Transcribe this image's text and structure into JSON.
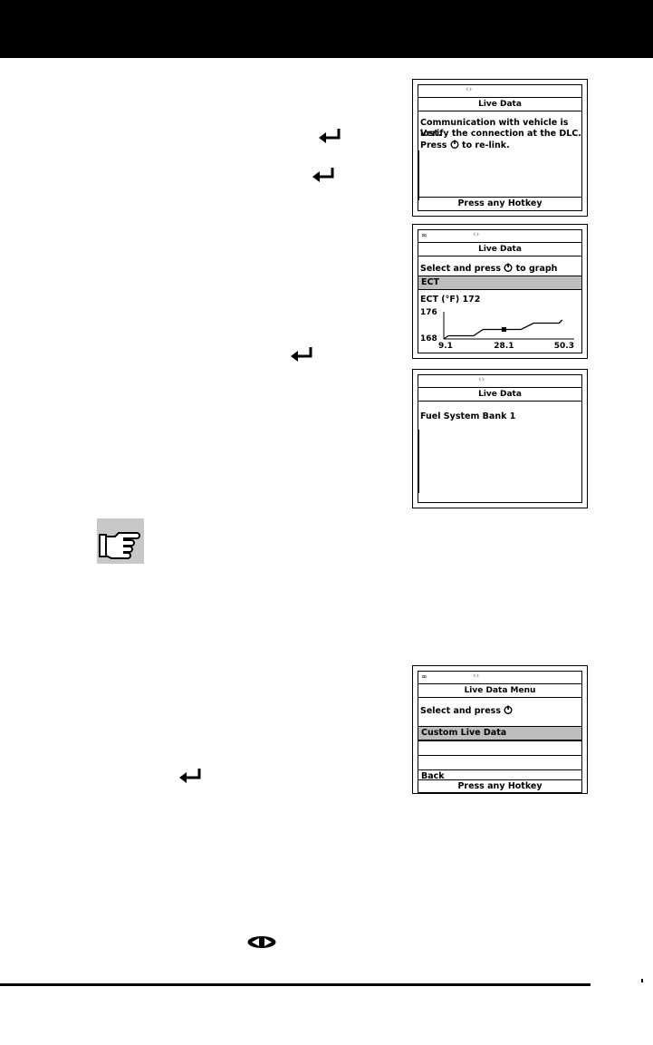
{
  "screen1": {
    "title": "Live Data",
    "line1": "Communication with vehicle is lost.",
    "line2": "Verify the connection at the DLC.",
    "line3_prefix": "Press",
    "line3_suffix": "to re-link.",
    "footer": "Press any Hotkey"
  },
  "screen2": {
    "title": "Live Data",
    "instruction_prefix": "Select and press",
    "instruction_suffix": "to graph",
    "selected": "ECT",
    "graph_label": "ECT (°F) 172"
  },
  "chart_data": {
    "type": "line",
    "title": "ECT (°F) 172",
    "y_ticks": [
      "176",
      "168"
    ],
    "x_ticks": [
      "9.1",
      "28.1",
      "50.3"
    ],
    "ylim": [
      168,
      176
    ],
    "xlim": [
      9.1,
      50.3
    ],
    "series": [
      {
        "x": [
          9.1,
          10.5,
          12.5,
          18.5,
          21.5,
          24.5,
          31.5,
          33.5,
          37.5,
          39.5,
          45.5,
          46.5
        ],
        "y": [
          168,
          169,
          169,
          169,
          171,
          171,
          171,
          171,
          173,
          173,
          173,
          174
        ]
      }
    ],
    "marker_x": 28.1
  },
  "screen3": {
    "title": "Live Data",
    "line1": "Fuel System Bank 1"
  },
  "screen4": {
    "title": "Live Data Menu",
    "instruction_prefix": "Select and press",
    "items": [
      "Custom Live Data",
      "",
      "",
      "Back"
    ],
    "footer": "Press any Hotkey"
  },
  "icons": {
    "enter": "enter-arrow-icon",
    "note": "pointing-hand-note-icon",
    "power": "power-button-icon",
    "link": "link-icon",
    "bluetooth": "bluetooth-icon",
    "left_right": "left-right-arrows-icon"
  }
}
